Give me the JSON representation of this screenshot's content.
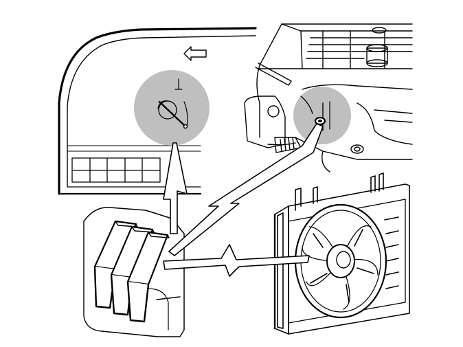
{
  "diagram": {
    "colors": {
      "line": "#000000",
      "highlight": "#bfbfbf",
      "background": "#ffffff"
    },
    "parts": [
      {
        "id": "dashboard-panel",
        "icon": "dashboard"
      },
      {
        "id": "direction-arrow",
        "icon": "arrow-left-icon"
      },
      {
        "id": "fuse-grid",
        "icon": "fuse-grid"
      },
      {
        "id": "dashboard-highlight",
        "icon": "magnifier-circle"
      },
      {
        "id": "engine-highlight",
        "icon": "magnifier-circle"
      },
      {
        "id": "fuse-block",
        "icon": "fuse-block"
      },
      {
        "id": "cooling-fan",
        "icon": "radiator-fan"
      },
      {
        "id": "connector-lightning-1",
        "icon": "zigzag-connector"
      },
      {
        "id": "connector-lightning-2",
        "icon": "zigzag-connector"
      },
      {
        "id": "connector-lightning-3",
        "icon": "zigzag-connector"
      }
    ]
  }
}
